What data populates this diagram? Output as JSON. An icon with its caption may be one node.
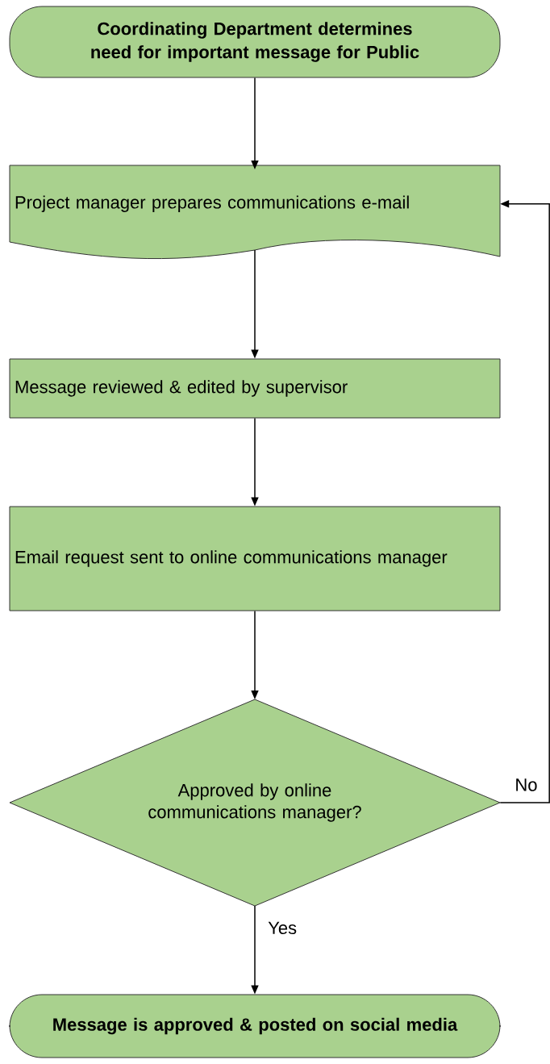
{
  "diagram": {
    "nodes": [
      {
        "text": [
          "Coordinating Department determines need for important message for Public"
        ]
      },
      {
        "text": [
          "Project manager prepares communications e-mail"
        ]
      },
      {
        "text": [
          "Message reviewed & edited by supervisor"
        ]
      },
      {
        "text": [
          "Email request sent to online communications manager"
        ]
      },
      {
        "text": [
          "Approved by online communications manager?"
        ]
      },
      {
        "text": [
          "Message is approved & posted on social media"
        ]
      }
    ],
    "edges": [
      {
        "from": 0,
        "to": 1,
        "arrow": "to"
      },
      {
        "from": 1,
        "to": 2,
        "arrow": "to"
      },
      {
        "from": 2,
        "to": 3,
        "arrow": "to"
      },
      {
        "from": 3,
        "to": 4,
        "arrow": "to"
      },
      {
        "from": 4,
        "to": 5,
        "arrow": "to",
        "label": "Yes"
      },
      {
        "from": 4,
        "to": 1,
        "arrow": "to",
        "label": "No"
      }
    ]
  }
}
